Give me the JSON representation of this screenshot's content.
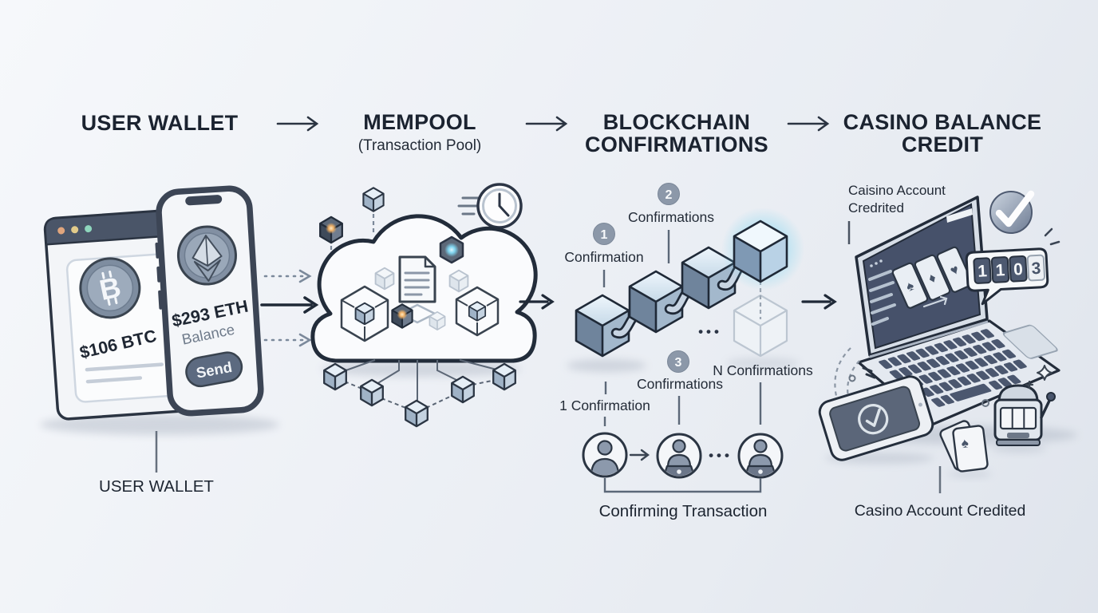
{
  "palette": {
    "ink": "#1b2330",
    "line": "#2b3543",
    "slate_bar": "#4a5568",
    "badge_bg": "#8c98a9",
    "cloud_fill": "#fafbfd",
    "cube_top": "#e6eff7",
    "cube_left": "#74889f",
    "cube_right": "#a9bed2",
    "glow_blue": "#7fd4ef",
    "glow_orange": "#eeb066",
    "traffic_dot_orange": "#e0a57d",
    "traffic_dot_yellow": "#e2cb8a",
    "traffic_dot_teal": "#8ed6bd"
  },
  "header": {
    "stage1": "USER WALLET",
    "stage2": "MEMPOOL",
    "stage2_sub": "(Transaction Pool)",
    "stage3a": "BLOCKCHAIN",
    "stage3b": "CONFIRMATIONS",
    "stage4a": "CASINO BALANCE",
    "stage4b": "CREDIT"
  },
  "wallet": {
    "btc_symbol": "B",
    "btc_amount": "$106 BTC",
    "eth_amount": "$293 ETH",
    "eth_balance": "Balance",
    "send": "Send",
    "caption": "USER WALLET"
  },
  "blockchain": {
    "badge1": "1",
    "badge1_label": "Confirmation",
    "badge2": "2",
    "badge2_label": "Confirmations",
    "badge3": "3",
    "badge3_label": "Confirmations",
    "n_label": "N Confirmations",
    "first_label": "1 Confirmation",
    "ellipsis": "•••",
    "caption": "Confirming Transaction"
  },
  "casino": {
    "note1": "Caisino Account",
    "note2": "Credrited",
    "d1": "1",
    "d2": "1",
    "d3": "0",
    "d4": "3",
    "suit1": "♠",
    "suit2": "♦",
    "suit3": "♥",
    "card_suit": "♠",
    "caption": "Casino Account Credited"
  }
}
